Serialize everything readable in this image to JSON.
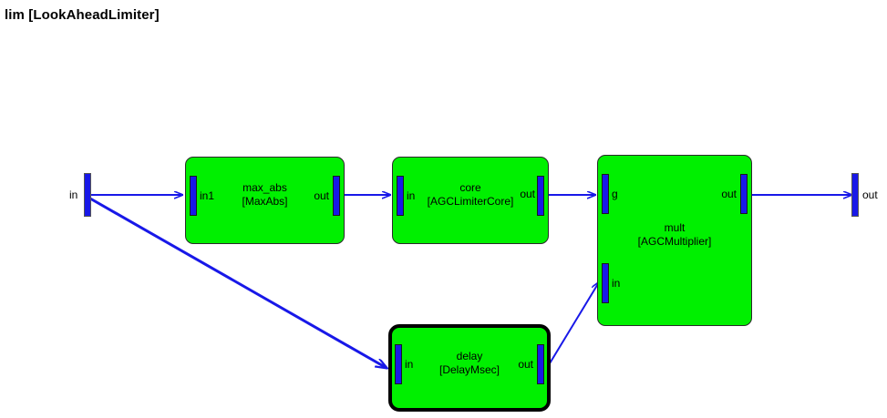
{
  "diagram": {
    "title": "lim [LookAheadLimiter]",
    "colors": {
      "block_fill": "#00f000",
      "port_fill": "#1818e8",
      "wire": "#1818e8",
      "border": "#2a2a2a",
      "thick_border": "#000000",
      "background": "#ffffff",
      "text": "#000000"
    }
  },
  "interface_ports": [
    {
      "id": "iface-in",
      "label": "in",
      "side": "left"
    },
    {
      "id": "iface-out",
      "label": "out",
      "side": "right"
    }
  ],
  "blocks": [
    {
      "id": "max_abs",
      "name": "max_abs",
      "type": "[MaxAbs]",
      "selected": false,
      "inputs": [
        {
          "label": "in1"
        }
      ],
      "outputs": [
        {
          "label": "out"
        }
      ]
    },
    {
      "id": "core",
      "name": "core",
      "type": "[AGCLimiterCore]",
      "selected": false,
      "inputs": [
        {
          "label": "in"
        }
      ],
      "outputs": [
        {
          "label": "out"
        }
      ]
    },
    {
      "id": "mult",
      "name": "mult",
      "type": "[AGCMultiplier]",
      "selected": false,
      "inputs": [
        {
          "label": "g"
        },
        {
          "label": "in"
        }
      ],
      "outputs": [
        {
          "label": "out"
        }
      ]
    },
    {
      "id": "delay",
      "name": "delay",
      "type": "[DelayMsec]",
      "selected": true,
      "inputs": [
        {
          "label": "in"
        }
      ],
      "outputs": [
        {
          "label": "out"
        }
      ]
    }
  ],
  "connections": [
    {
      "id": "wire-in-to-maxabs",
      "from": "iface-in",
      "to": "max_abs.in1"
    },
    {
      "id": "wire-in-to-delay",
      "from": "iface-in",
      "to": "delay.in"
    },
    {
      "id": "wire-maxabs-to-core",
      "from": "max_abs.out",
      "to": "core.in"
    },
    {
      "id": "wire-core-to-mult",
      "from": "core.out",
      "to": "mult.g"
    },
    {
      "id": "wire-delay-to-mult",
      "from": "delay.out",
      "to": "mult.in"
    },
    {
      "id": "wire-mult-to-out",
      "from": "mult.out",
      "to": "iface-out"
    }
  ]
}
